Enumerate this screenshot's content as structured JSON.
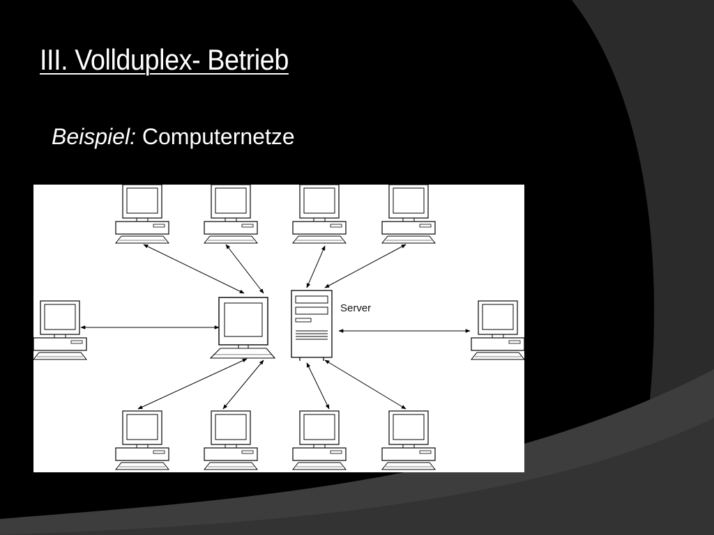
{
  "slide": {
    "title": "III. Vollduplex- Betrieb",
    "subtitle_italic": "Beispiel:",
    "subtitle_text": "Computernetze"
  },
  "colors": {
    "background": "#000000",
    "band_light": "#3d3d3d",
    "band_mid": "#2a2a2a",
    "text": "#ffffff",
    "diagram_bg": "#ffffff",
    "diagram_ink": "#000000"
  },
  "diagram": {
    "server_label": "Server",
    "nodes": [
      {
        "id": "client-top-1",
        "kind": "workstation"
      },
      {
        "id": "client-top-2",
        "kind": "workstation"
      },
      {
        "id": "client-top-3",
        "kind": "workstation"
      },
      {
        "id": "client-top-4",
        "kind": "workstation"
      },
      {
        "id": "client-left",
        "kind": "workstation"
      },
      {
        "id": "client-right",
        "kind": "workstation"
      },
      {
        "id": "client-bottom-1",
        "kind": "workstation"
      },
      {
        "id": "client-bottom-2",
        "kind": "workstation"
      },
      {
        "id": "client-bottom-3",
        "kind": "workstation"
      },
      {
        "id": "client-bottom-4",
        "kind": "workstation"
      },
      {
        "id": "central-monitor",
        "kind": "monitor"
      },
      {
        "id": "server",
        "kind": "server-tower"
      }
    ],
    "links": [
      {
        "from": "client-top-1",
        "to": "central-monitor",
        "direction": "bidirectional"
      },
      {
        "from": "client-top-2",
        "to": "central-monitor",
        "direction": "bidirectional"
      },
      {
        "from": "client-top-3",
        "to": "server",
        "direction": "bidirectional"
      },
      {
        "from": "client-top-4",
        "to": "server",
        "direction": "bidirectional"
      },
      {
        "from": "client-left",
        "to": "central-monitor",
        "direction": "bidirectional"
      },
      {
        "from": "server",
        "to": "client-right",
        "direction": "bidirectional"
      },
      {
        "from": "central-monitor",
        "to": "client-bottom-1",
        "direction": "bidirectional"
      },
      {
        "from": "central-monitor",
        "to": "client-bottom-2",
        "direction": "bidirectional"
      },
      {
        "from": "server",
        "to": "client-bottom-3",
        "direction": "bidirectional"
      },
      {
        "from": "server",
        "to": "client-bottom-4",
        "direction": "bidirectional"
      }
    ]
  }
}
